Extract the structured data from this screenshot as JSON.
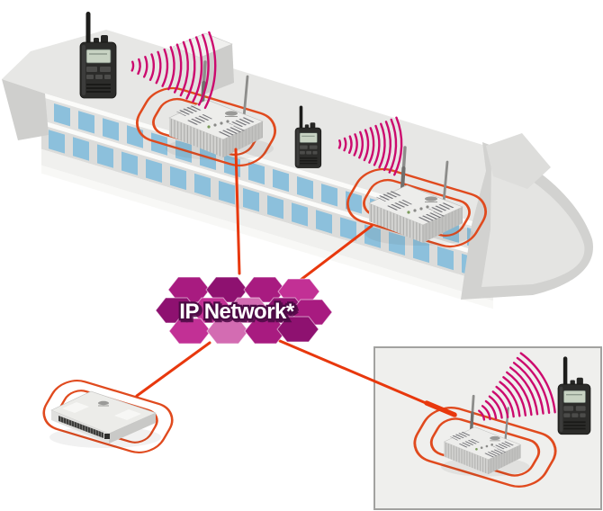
{
  "diagram": {
    "network_label": "IP Network*",
    "nodes": {
      "ship": "passenger-ship",
      "shipboard_access_point_1": "wireless-access-point",
      "shipboard_access_point_2": "wireless-access-point",
      "shipboard_radio_1": "handheld-radio",
      "shipboard_radio_2": "handheld-radio",
      "shore_controller": "network-controller",
      "remote_site_access_point": "wireless-access-point",
      "remote_site_radio": "handheld-radio"
    },
    "colors": {
      "connection_line": "#e8380d",
      "coverage_ring": "#e04a1e",
      "signal_wave": "#cc0a6e",
      "hex_dark": "#8e1170",
      "hex_mid": "#a81b80",
      "hex_bright": "#c23095",
      "hex_light": "#d36cb2",
      "label_fill": "#ffffff",
      "label_outline": "#4d0a45",
      "window_blue": "#8cc0dc",
      "ship_deck": "#e7e7e5",
      "panel_bg": "#efefed",
      "panel_border": "#a2a2a0",
      "radio_body": "#2c2c2a",
      "device_face": "#ededeb"
    }
  }
}
